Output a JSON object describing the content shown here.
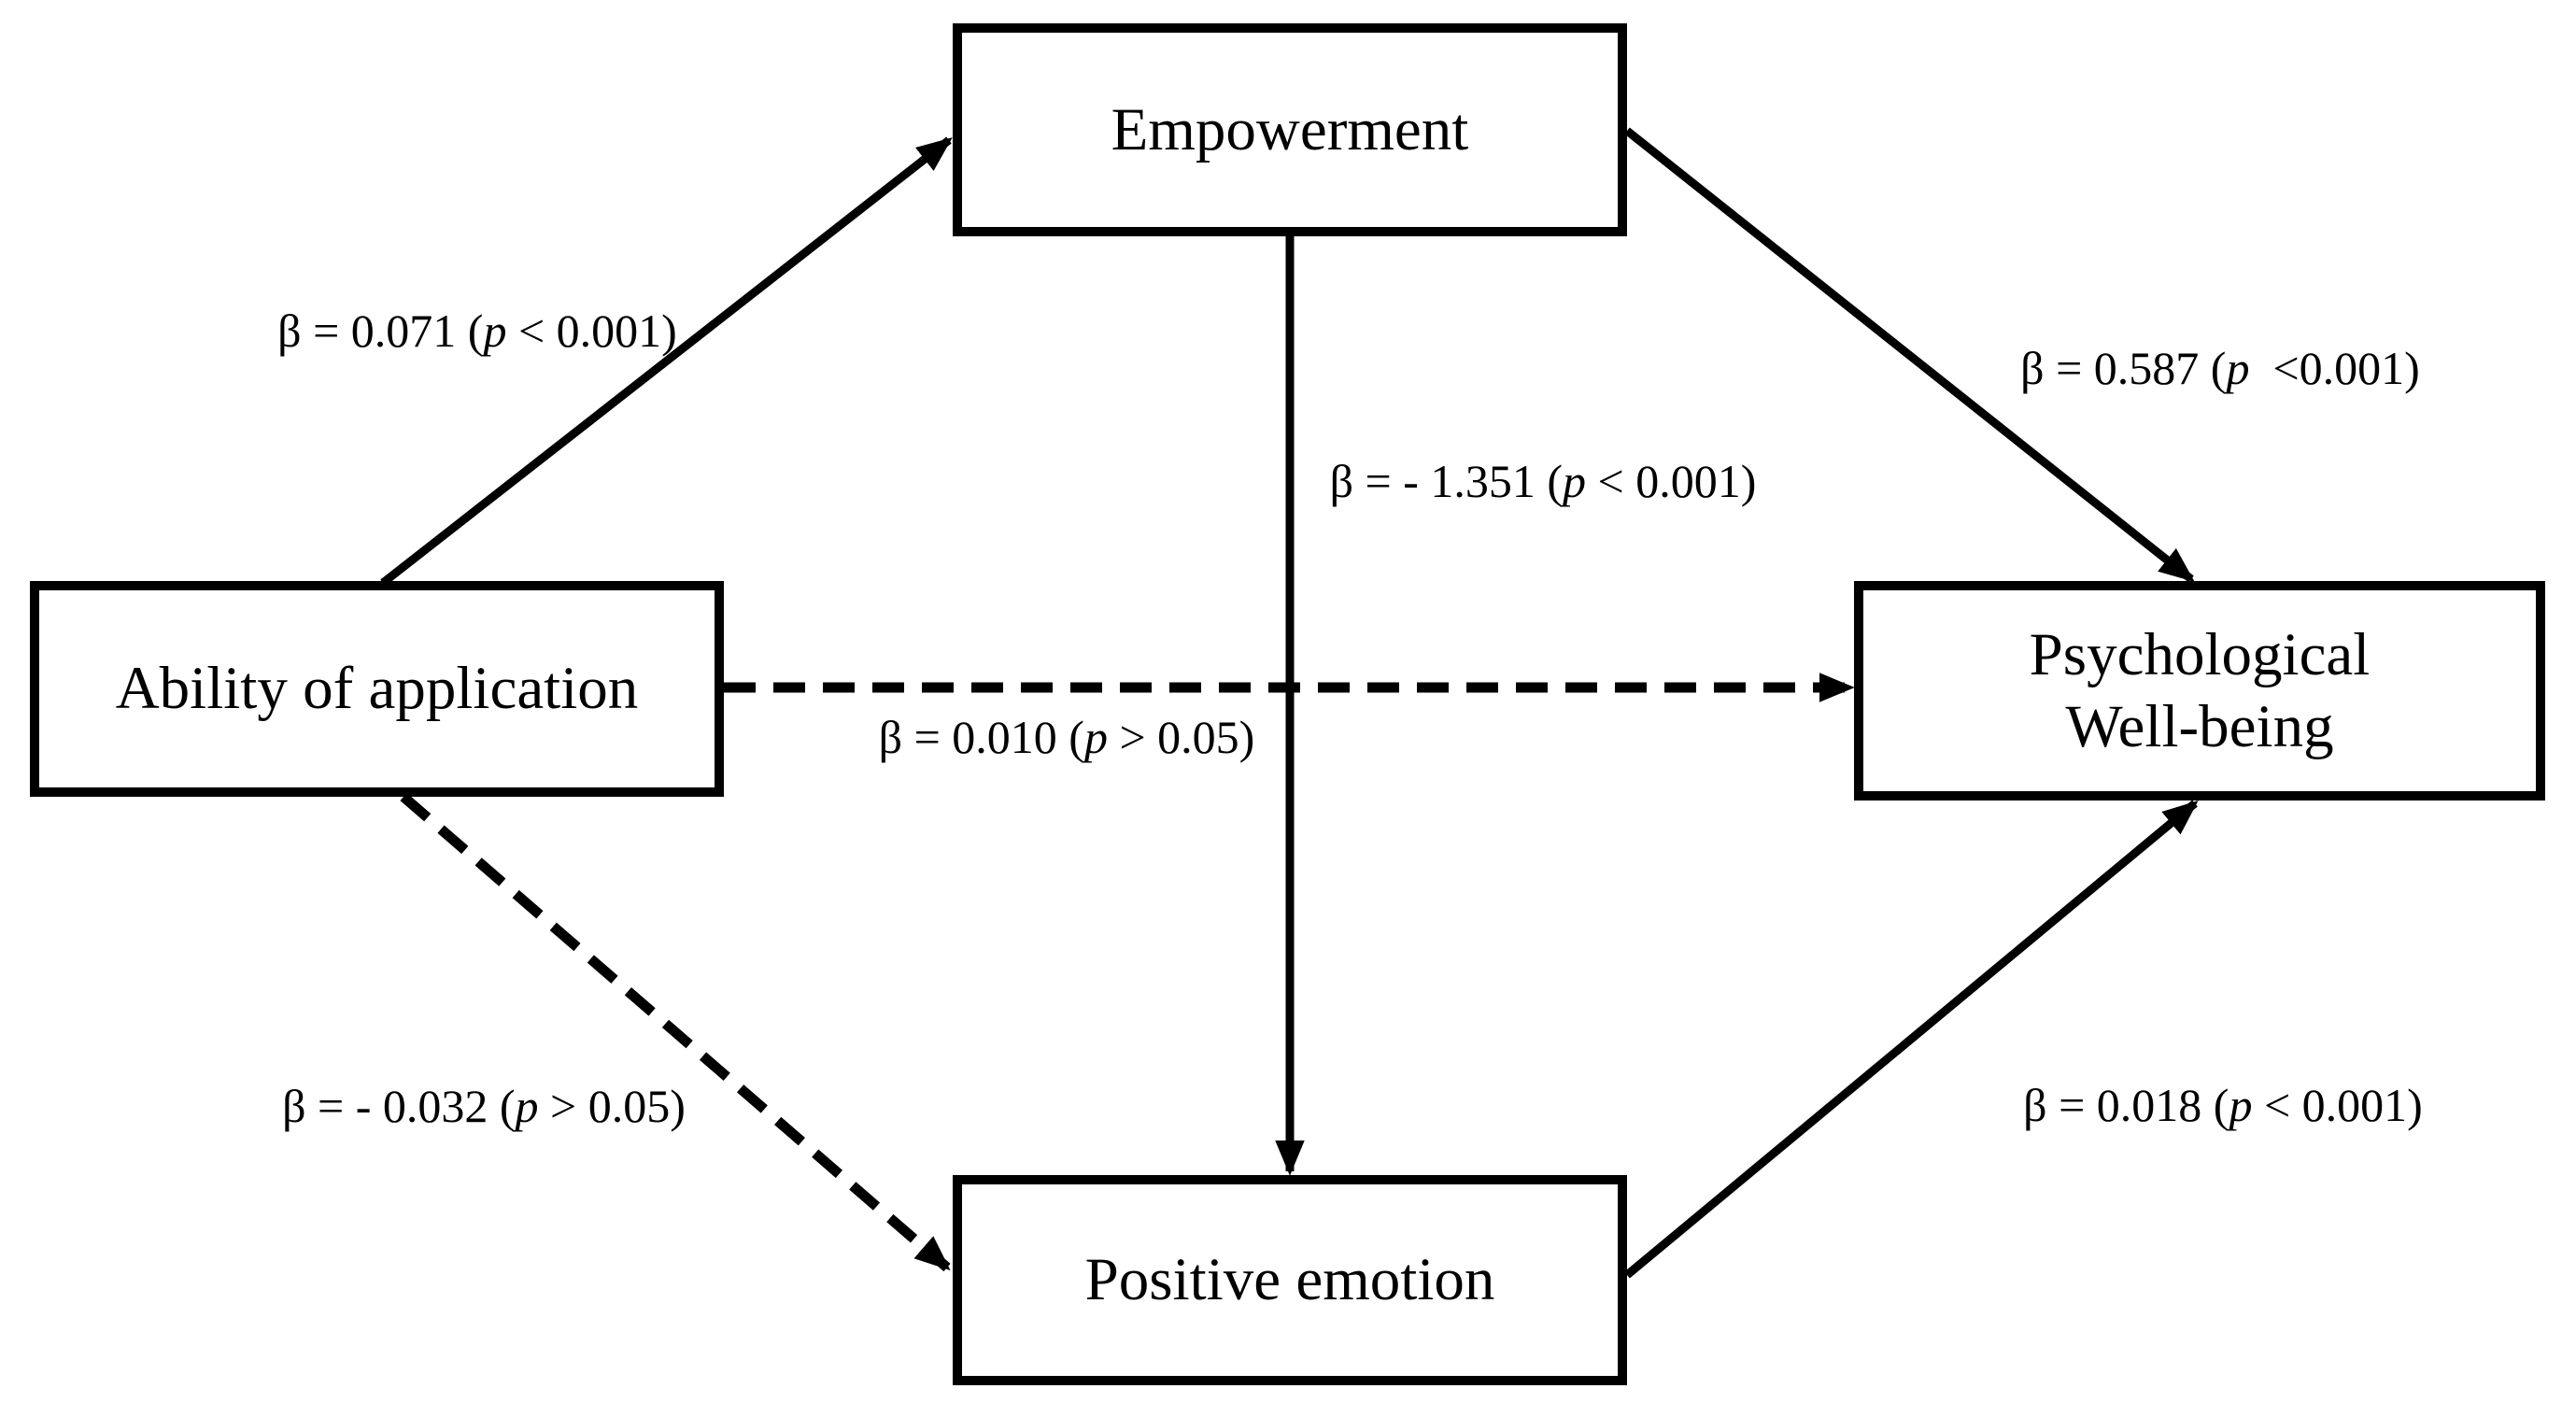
{
  "figure": {
    "type": "path-diagram",
    "background_color": "#ffffff",
    "ink_color": "#000000",
    "nodes": [
      {
        "id": "empowerment",
        "lines": [
          "Empowerment"
        ]
      },
      {
        "id": "ability-of-application",
        "lines": [
          "Ability of application"
        ]
      },
      {
        "id": "psychological-well-being",
        "lines": [
          "Psychological",
          "Well-being"
        ]
      },
      {
        "id": "positive-emotion",
        "lines": [
          "Positive emotion"
        ]
      }
    ],
    "edges": [
      {
        "id": "ability-to-empowerment",
        "from": "ability-of-application",
        "to": "empowerment",
        "line_style": "solid",
        "label": {
          "before": "β = 0.071 (",
          "p": "p",
          "after": " < 0.001)"
        }
      },
      {
        "id": "empowerment-to-psychological",
        "from": "empowerment",
        "to": "psychological-well-being",
        "line_style": "solid",
        "label": {
          "before": "β = 0.587 (",
          "p": "p",
          "after": "  <0.001)"
        }
      },
      {
        "id": "empowerment-to-positive",
        "from": "empowerment",
        "to": "positive-emotion",
        "line_style": "solid",
        "label": {
          "before": "β = - 1.351 (",
          "p": "p",
          "after": " < 0.001)"
        }
      },
      {
        "id": "ability-to-psychological",
        "from": "ability-of-application",
        "to": "psychological-well-being",
        "line_style": "dashed",
        "label": {
          "before": "β = 0.010 (",
          "p": "p",
          "after": " > 0.05)"
        }
      },
      {
        "id": "ability-to-positive",
        "from": "ability-of-application",
        "to": "positive-emotion",
        "line_style": "dashed",
        "label": {
          "before": "β = - 0.032 (",
          "p": "p",
          "after": " > 0.05)"
        }
      },
      {
        "id": "positive-to-psychological",
        "from": "positive-emotion",
        "to": "psychological-well-being",
        "line_style": "solid",
        "label": {
          "before": "β = 0.018 (",
          "p": "p",
          "after": " < 0.001)"
        }
      }
    ]
  }
}
